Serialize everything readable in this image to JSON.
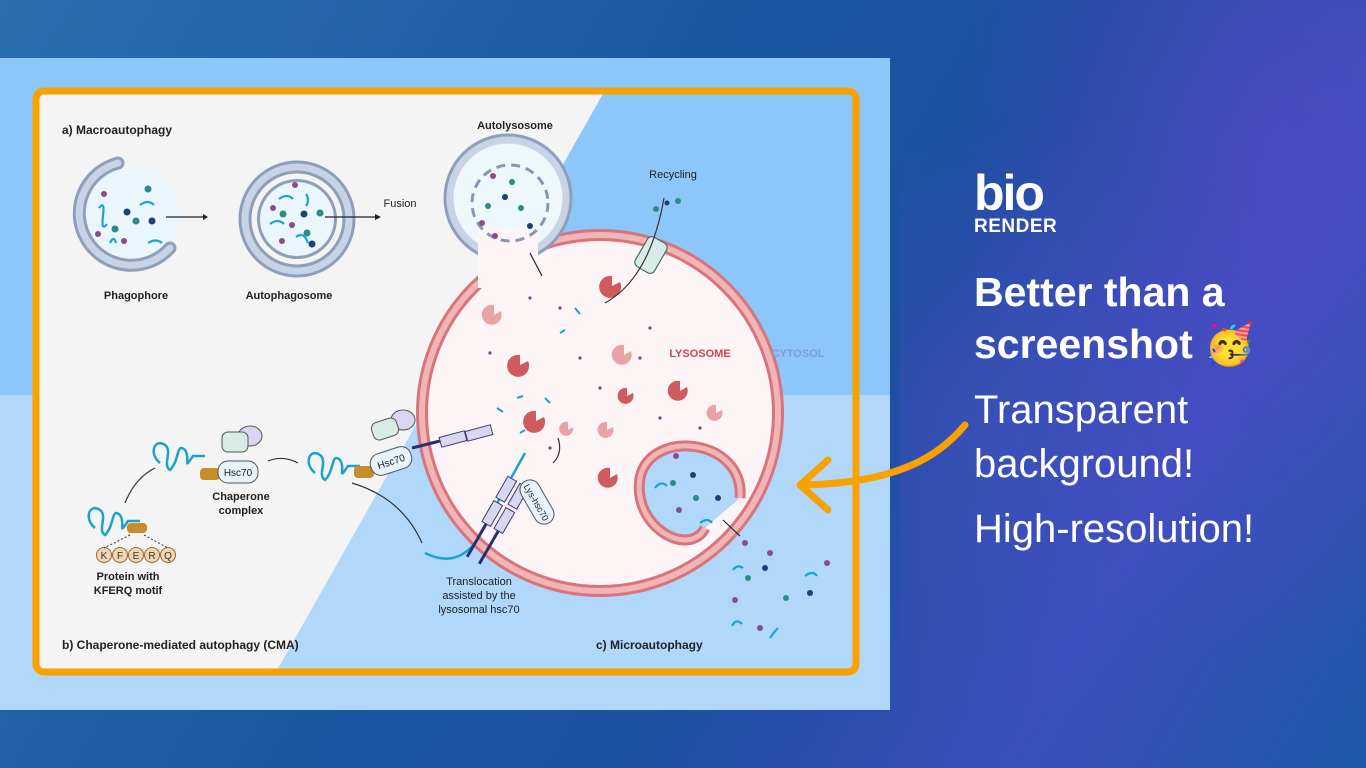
{
  "brand": {
    "logo_top": "bio",
    "logo_bottom": "RENDER"
  },
  "headline": {
    "line1": "Better than a",
    "line2": "screenshot",
    "emoji": "🥳"
  },
  "features": [
    "Transparent",
    "background!",
    "High-resolution!"
  ],
  "diagram": {
    "section_a": "a) Macroautophagy",
    "section_b": "b) Chaperone-mediated autophagy (CMA)",
    "section_c": "c) Microautophagy",
    "phagophore": "Phagophore",
    "autophagosome": "Autophagosome",
    "autolysosome": "Autolysosome",
    "fusion": "Fusion",
    "recycling": "Recycling",
    "lysosome": "LYSOSOME",
    "cytosol": "CYTOSOL",
    "hsc70_1": "Hsc70",
    "hsc70_2": "Hsc70",
    "lys_hsc70": "Lys-hsc70",
    "chaperone_1": "Chaperone",
    "chaperone_2": "complex",
    "protein_1": "Protein with",
    "protein_2": "KFERQ motif",
    "motif": [
      "K",
      "F",
      "E",
      "R",
      "Q"
    ],
    "translocation": [
      "Translocation",
      "assisted by the",
      "lysosomal hsc70"
    ]
  },
  "colors": {
    "frame": "#f9a100",
    "membrane": "#9fb0cc",
    "lysosome": "#d9747a",
    "accent_text": "#c9484f",
    "cytosol": "#7a9fe0"
  }
}
